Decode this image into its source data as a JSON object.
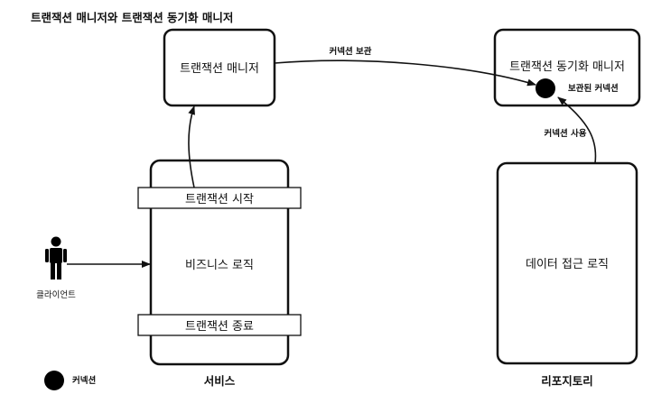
{
  "title": "트랜잭션 매니저와 트랜잭션 동기화 매니저",
  "nodes": {
    "transaction_manager": {
      "label": "트랜잭션 매니저"
    },
    "sync_manager": {
      "label": "트랜잭션 동기화 매니저",
      "stored_label": "보관된 커넥션"
    },
    "service": {
      "start_label": "트랜잭션 시작",
      "logic_label": "비즈니스 로직",
      "end_label": "트랜잭션 종료",
      "caption": "서비스"
    },
    "repository": {
      "label": "데이터 접근 로직",
      "caption": "리포지토리"
    },
    "client": {
      "label": "클라이언트"
    }
  },
  "edges": {
    "store": {
      "label": "커넥션 보관"
    },
    "use": {
      "label": "커넥션 사용"
    }
  },
  "legend": {
    "label": "커넥션"
  },
  "colors": {
    "stroke": "#111111",
    "fill": "#ffffff",
    "connection": "#000000"
  }
}
